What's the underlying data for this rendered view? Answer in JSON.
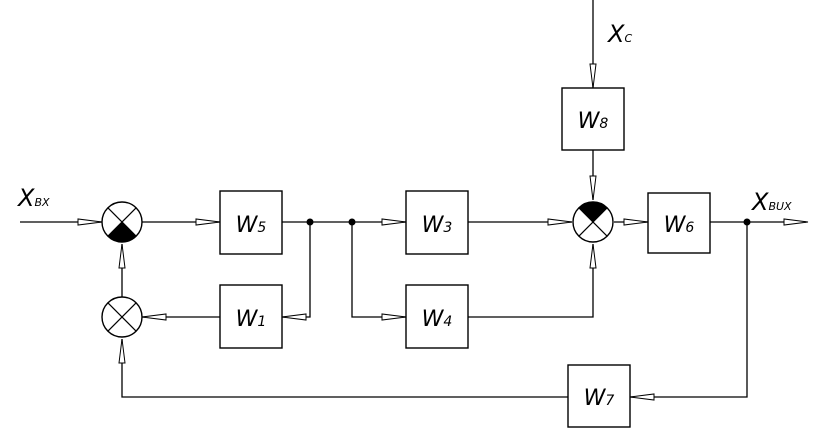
{
  "signals": {
    "input": {
      "main": "X",
      "sub": "BX"
    },
    "output": {
      "main": "X",
      "sub": "BUX"
    },
    "disturbance": {
      "main": "X",
      "sub": "C"
    }
  },
  "blocks": {
    "w5": {
      "main": "W",
      "sub": "5"
    },
    "w3": {
      "main": "W",
      "sub": "3"
    },
    "w4": {
      "main": "W",
      "sub": "4"
    },
    "w1": {
      "main": "W",
      "sub": "1"
    },
    "w8": {
      "main": "W",
      "sub": "8"
    },
    "w6": {
      "main": "W",
      "sub": "6"
    },
    "w7": {
      "main": "W",
      "sub": "7"
    }
  }
}
